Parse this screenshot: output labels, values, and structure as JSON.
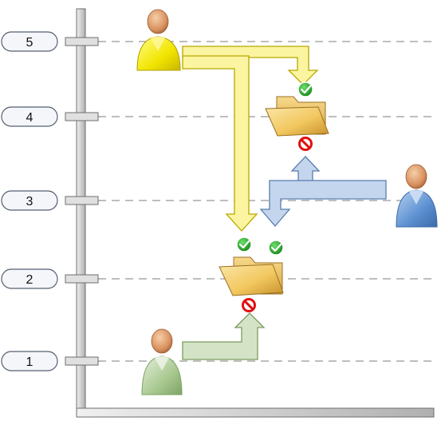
{
  "diagram": {
    "levels": [
      {
        "label": "1"
      },
      {
        "label": "2"
      },
      {
        "label": "3"
      },
      {
        "label": "4"
      },
      {
        "label": "5"
      }
    ],
    "users": [
      {
        "name": "user-level-5",
        "color": "#f0e000",
        "level": "5"
      },
      {
        "name": "user-level-3",
        "color": "#5b8fd0",
        "level": "3"
      },
      {
        "name": "user-level-1",
        "color": "#a8c890",
        "level": "1"
      }
    ],
    "objects": [
      {
        "name": "folder-level-4",
        "level": "4"
      },
      {
        "name": "folder-level-2",
        "level": "2"
      }
    ],
    "access_marks": [
      {
        "type": "allowed",
        "icon": "check-icon",
        "target": "folder-level-4",
        "from": "user-level-5"
      },
      {
        "type": "denied",
        "icon": "no-entry-icon",
        "target": "folder-level-4",
        "from": "user-level-3"
      },
      {
        "type": "allowed",
        "icon": "check-icon",
        "target": "folder-level-2",
        "from": "user-level-5"
      },
      {
        "type": "allowed",
        "icon": "check-icon",
        "target": "folder-level-2",
        "from": "user-level-3"
      },
      {
        "type": "denied",
        "icon": "no-entry-icon",
        "target": "folder-level-2",
        "from": "user-level-1"
      }
    ],
    "colors": {
      "arrow_yellow": "#fbf4a0",
      "arrow_blue": "#c4d6ee",
      "arrow_green": "#d4e3c6",
      "allowed": "#2aa52a",
      "denied": "#e01010",
      "folder": "#f5c860"
    }
  }
}
